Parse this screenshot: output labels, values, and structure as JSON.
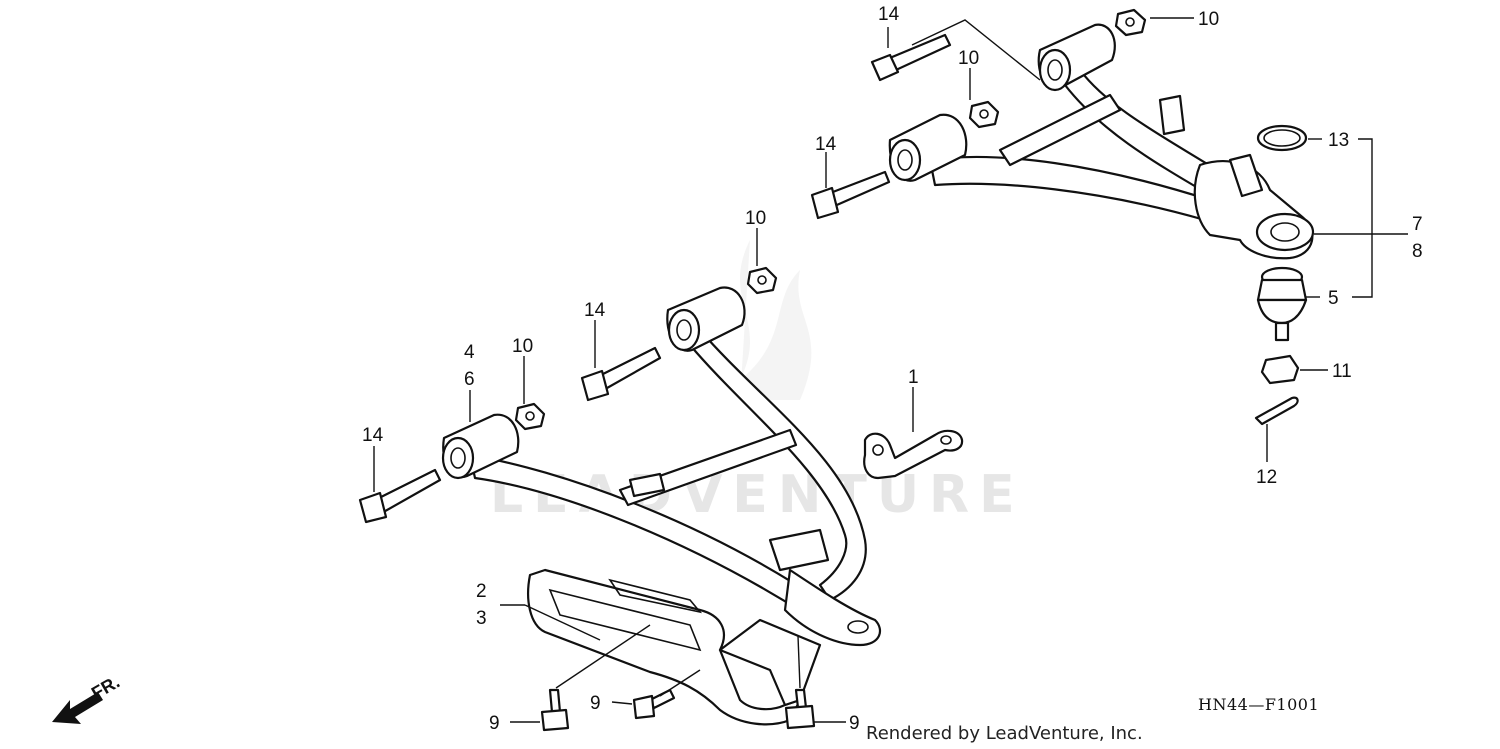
{
  "watermark": "LEADVENTURE",
  "diagram_code": "HN44—F1001",
  "rendered_by": "Rendered by LeadVenture, Inc.",
  "direction_label": "FR.",
  "callouts": {
    "c1": "1",
    "c2": "2",
    "c3": "3",
    "c4": "4",
    "c5": "5",
    "c6": "6",
    "c7": "7",
    "c8": "8",
    "c9a": "9",
    "c9b": "9",
    "c9c": "9",
    "c10a": "10",
    "c10b": "10",
    "c10c": "10",
    "c10d": "10",
    "c11": "11",
    "c12": "12",
    "c13": "13",
    "c14a": "14",
    "c14b": "14",
    "c14c": "14",
    "c14d": "14"
  }
}
